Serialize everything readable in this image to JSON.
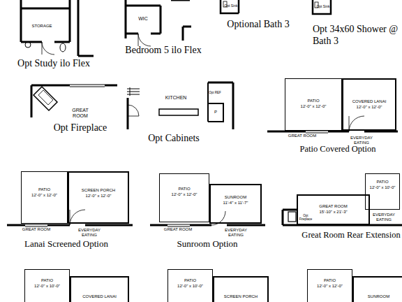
{
  "diagram": {
    "nodes": [
      {
        "text": [
          "PATIO",
          "12'-0\" x 12'-0\""
        ]
      },
      {
        "text": [
          "COVERED LANAI",
          "12'-0\" x 12'-0\""
        ]
      },
      {
        "text": [
          "PATIO",
          "12'-0\" x 12'-0\""
        ]
      },
      {
        "text": [
          "SCREEN PORCH",
          "12'-0\" x 12'-0\""
        ]
      },
      {
        "text": [
          "PATIO",
          "12'-0\" x 12'-0\""
        ]
      },
      {
        "text": [
          "SUNROOM",
          "11'-4\" x 11'-7\""
        ]
      },
      {
        "text": [
          "PATIO",
          "12'-0\" x 10'-0\""
        ]
      },
      {
        "text": [
          "GREAT ROOM",
          "15'-10\" x 21'-3\""
        ]
      },
      {
        "text": [
          "PATIO",
          "12'-0\" x 10'-0\""
        ]
      },
      {
        "text": [
          "COVERED LANAI"
        ]
      },
      {
        "text": [
          "PATIO",
          "12'-0\" x 10'-0\""
        ]
      },
      {
        "text": [
          "SCREEN PORCH"
        ]
      },
      {
        "text": [
          "PATIO",
          "12'-0\" x 12'-0\""
        ]
      },
      {
        "text": [
          "SUNROOM"
        ]
      }
    ],
    "labels": [
      "STORAGE",
      "Opt Study ilo Flex",
      "WIC",
      "Bedroom 5 ilo Flex",
      "Opt Sink",
      "Optional Bath 3",
      "Opt Sink",
      "Opt 34x60 Shower @ Bath 3",
      "GREAT ROOM",
      "Opt Fireplace",
      "KITCHEN",
      "Opt REF",
      "P",
      "Opt Cabinets",
      "GREAT ROOM",
      "EVERYDAY EATING",
      "Patio Covered Option",
      "GREAT ROOM",
      "EVERYDAY EATING",
      "Lanai Screened Option",
      "GREAT ROOM",
      "EVERYDAY EATING",
      "Sunroom Option",
      "Opt Fireplace",
      "EVERYDAY EATING",
      "Great Room Rear Extension"
    ]
  }
}
